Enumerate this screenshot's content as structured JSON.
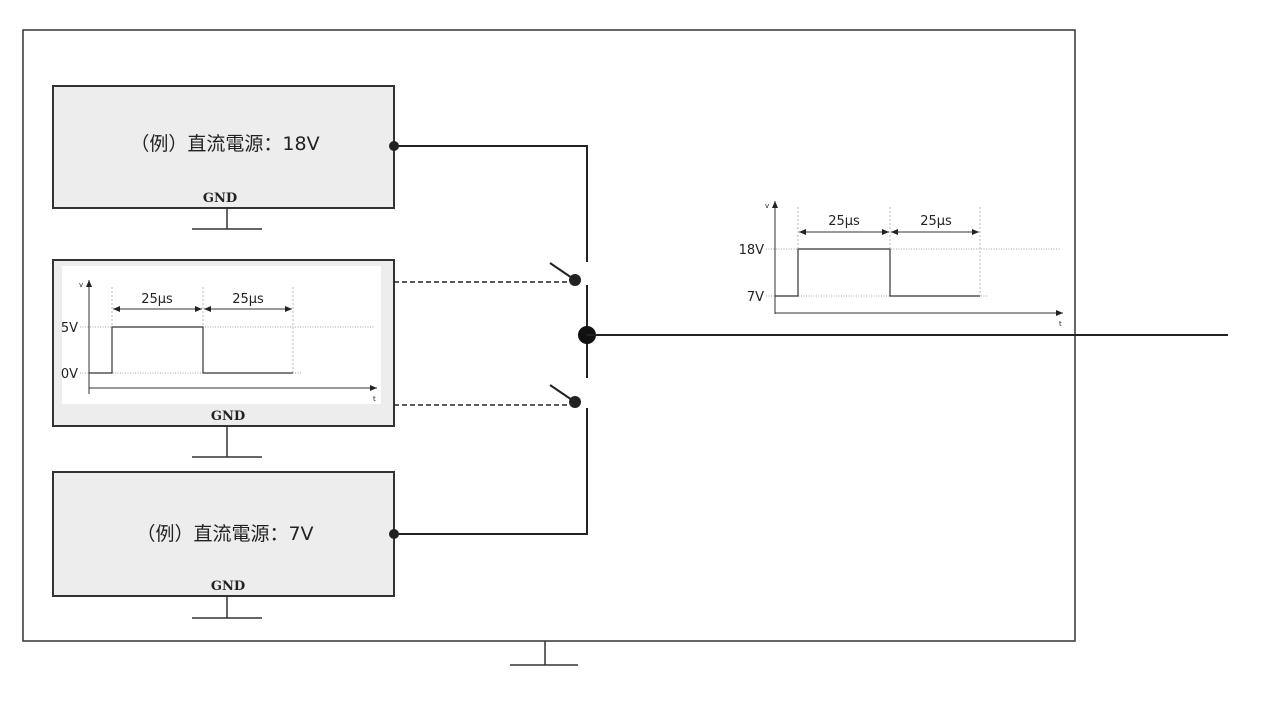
{
  "sources": {
    "dc_high_label": "（例）直流電源：18V",
    "dc_low_label": "（例）直流電源：7V",
    "gnd_label": "GND"
  },
  "input_pulse": {
    "axis_v": "v",
    "axis_t": "t",
    "high_level": "5V",
    "low_level": "0V",
    "period_1": "25μs",
    "period_2": "25μs"
  },
  "output_pulse": {
    "axis_v": "v",
    "axis_t": "t",
    "high_level": "18V",
    "low_level": "7V",
    "period_1": "25μs",
    "period_2": "25μs"
  }
}
